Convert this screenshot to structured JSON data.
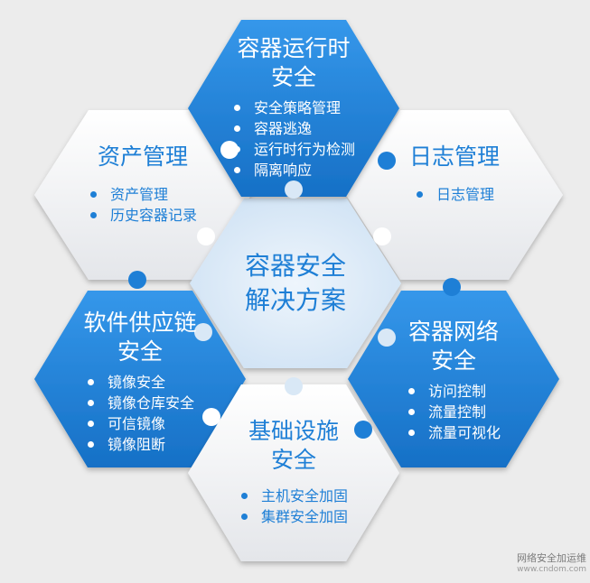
{
  "center": {
    "line1": "容器安全",
    "line2": "解决方案"
  },
  "hexes": {
    "runtime": {
      "title_line1": "容器运行时",
      "title_line2": "安全",
      "items": [
        "安全策略管理",
        "容器逃逸",
        "运行时行为检测",
        "隔离响应"
      ]
    },
    "log": {
      "title_line1": "日志管理",
      "items": [
        "日志管理"
      ]
    },
    "network": {
      "title_line1": "容器网络",
      "title_line2": "安全",
      "items": [
        "访问控制",
        "流量控制",
        "流量可视化"
      ]
    },
    "infra": {
      "title_line1": "基础设施",
      "title_line2": "安全",
      "items": [
        "主机安全加固",
        "集群安全加固"
      ]
    },
    "supply": {
      "title_line1": "软件供应链",
      "title_line2": "安全",
      "items": [
        "镜像安全",
        "镜像仓库安全",
        "可信镜像",
        "镜像阻断"
      ]
    },
    "asset": {
      "title_line1": "资产管理",
      "items": [
        "资产管理",
        "历史容器记录"
      ]
    }
  },
  "colors": {
    "dark_hex": "#1e7fd6",
    "light_hex": "#f4f4f6",
    "center_hex": "#d9e8f6",
    "accent_text": "#1e7fd6"
  },
  "watermark": {
    "text": "网络安全加运维",
    "sub": "www.cndom.com"
  }
}
